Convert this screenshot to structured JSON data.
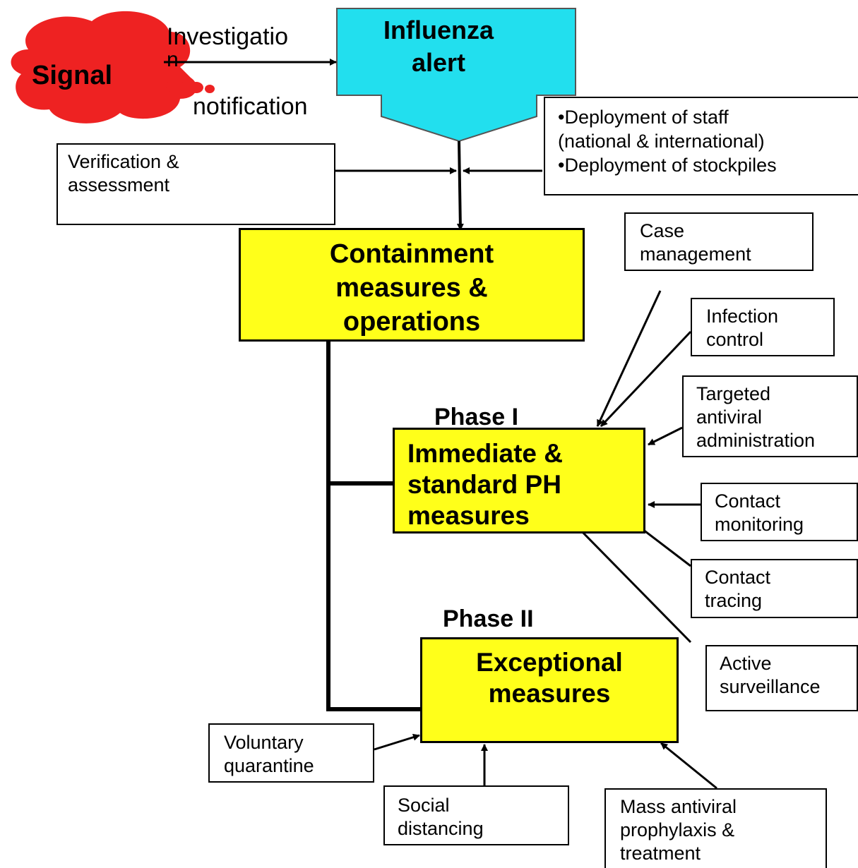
{
  "signal": {
    "label": "Signal"
  },
  "arrow_top": {
    "line1": "Investigatio",
    "line2": "n",
    "line3": "notification"
  },
  "alert": {
    "line1": "Influenza",
    "line2": "alert"
  },
  "verification": {
    "line1": "Verification &",
    "line2": "assessment"
  },
  "deployment": {
    "line1": "•Deployment of staff",
    "line2": "(national & international)",
    "line3": "•Deployment of stockpiles"
  },
  "containment": {
    "line1": "Containment",
    "line2": "measures &",
    "line3": "operations"
  },
  "phase1": {
    "title": "Phase I",
    "line1": "Immediate &",
    "line2": "standard PH",
    "line3": "measures"
  },
  "phase2": {
    "title": "Phase II",
    "line1": "Exceptional",
    "line2": "measures"
  },
  "phase1_inputs": [
    {
      "line1": "Case",
      "line2": "management"
    },
    {
      "line1": "Infection",
      "line2": "control"
    },
    {
      "line1": "Targeted",
      "line2": "antiviral",
      "line3": "administration"
    },
    {
      "line1": "Contact",
      "line2": "monitoring"
    },
    {
      "line1": "Contact",
      "line2": "tracing"
    },
    {
      "line1": "Active",
      "line2": "surveillance"
    }
  ],
  "phase2_inputs": [
    {
      "line1": "Voluntary",
      "line2": "quarantine"
    },
    {
      "line1": "Social",
      "line2": "distancing"
    },
    {
      "line1": "Mass antiviral",
      "line2": "prophylaxis &",
      "line3": "treatment"
    }
  ],
  "colors": {
    "signal_red": "#ee2222",
    "alert_cyan": "#22dfee",
    "measure_yellow": "#ffff1a"
  }
}
